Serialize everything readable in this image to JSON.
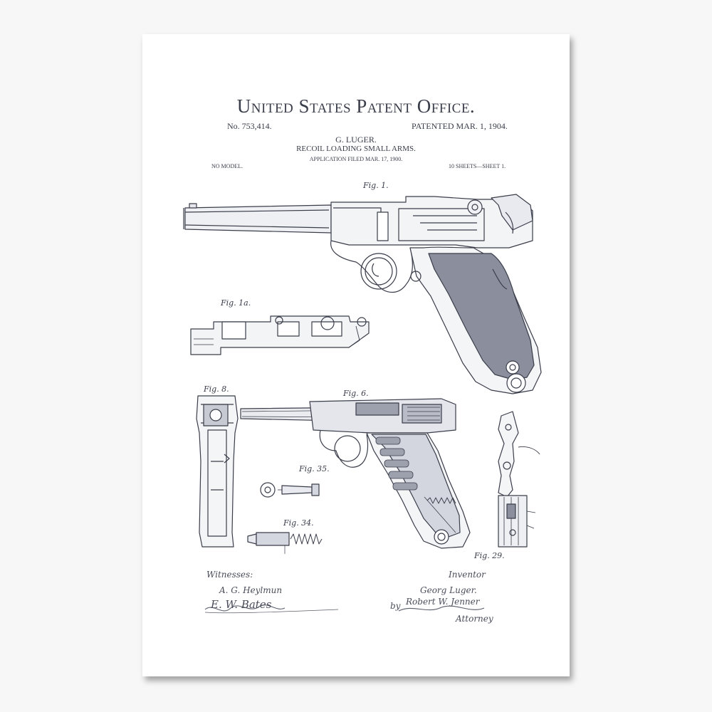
{
  "header": {
    "title": "United States Patent Office.",
    "patent_number": "No. 753,414.",
    "patented_date": "PATENTED MAR. 1, 1904.",
    "inventor": "G. LUGER.",
    "invention": "RECOIL LOADING SMALL ARMS.",
    "application": "APPLICATION FILED MAR. 17, 1900.",
    "model": "NO MODEL.",
    "sheets": "10 SHEETS—SHEET 1."
  },
  "figures": {
    "fig1": "Fig. 1.",
    "fig1a": "Fig. 1a.",
    "fig8": "Fig. 8.",
    "fig6": "Fig. 6.",
    "fig35": "Fig. 35.",
    "fig34": "Fig. 34.",
    "fig29": "Fig. 29."
  },
  "signatures": {
    "witnesses_label": "Witnesses:",
    "witness1": "A. G. Heylmun",
    "witness2": "E. W. Bates",
    "inventor_label": "Inventor",
    "inventor_name": "Georg Luger.",
    "attorney_prefix": "by",
    "attorney_name": "Robert W. Jenner",
    "attorney_label": "Attorney"
  }
}
